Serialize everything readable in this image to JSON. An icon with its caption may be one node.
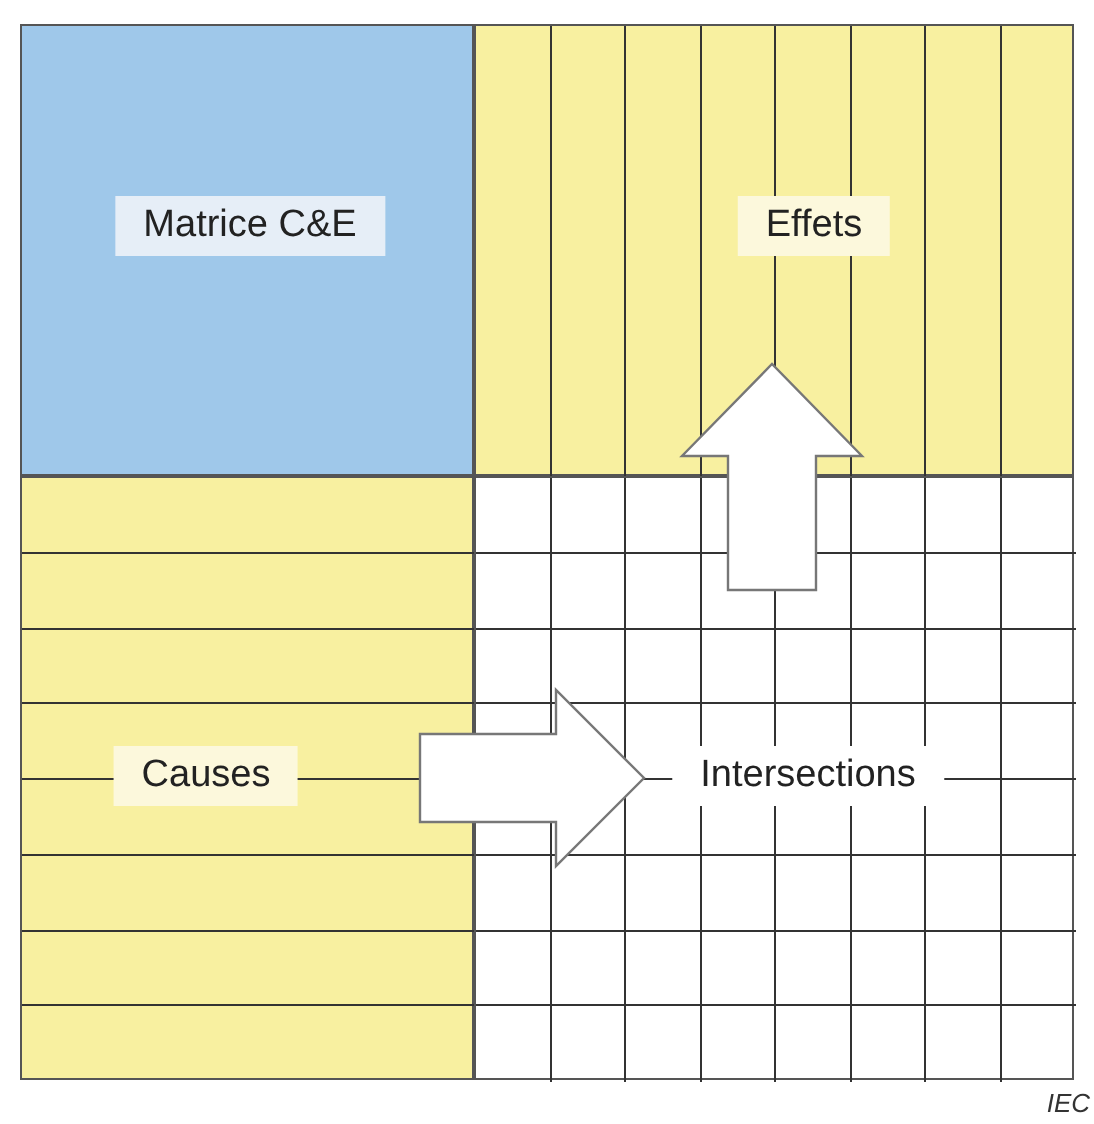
{
  "diagram": {
    "nodes": [
      {
        "text": [
          "Matrice C&E"
        ]
      },
      {
        "text": [
          "Effets"
        ]
      },
      {
        "text": [
          "Causes"
        ]
      },
      {
        "text": [
          "Intersections"
        ]
      }
    ],
    "edges": [
      {
        "from": 2,
        "to": 3,
        "arrow": "to"
      },
      {
        "from": 3,
        "to": 1,
        "arrow": "to"
      }
    ],
    "labels": [
      "IEC"
    ]
  }
}
